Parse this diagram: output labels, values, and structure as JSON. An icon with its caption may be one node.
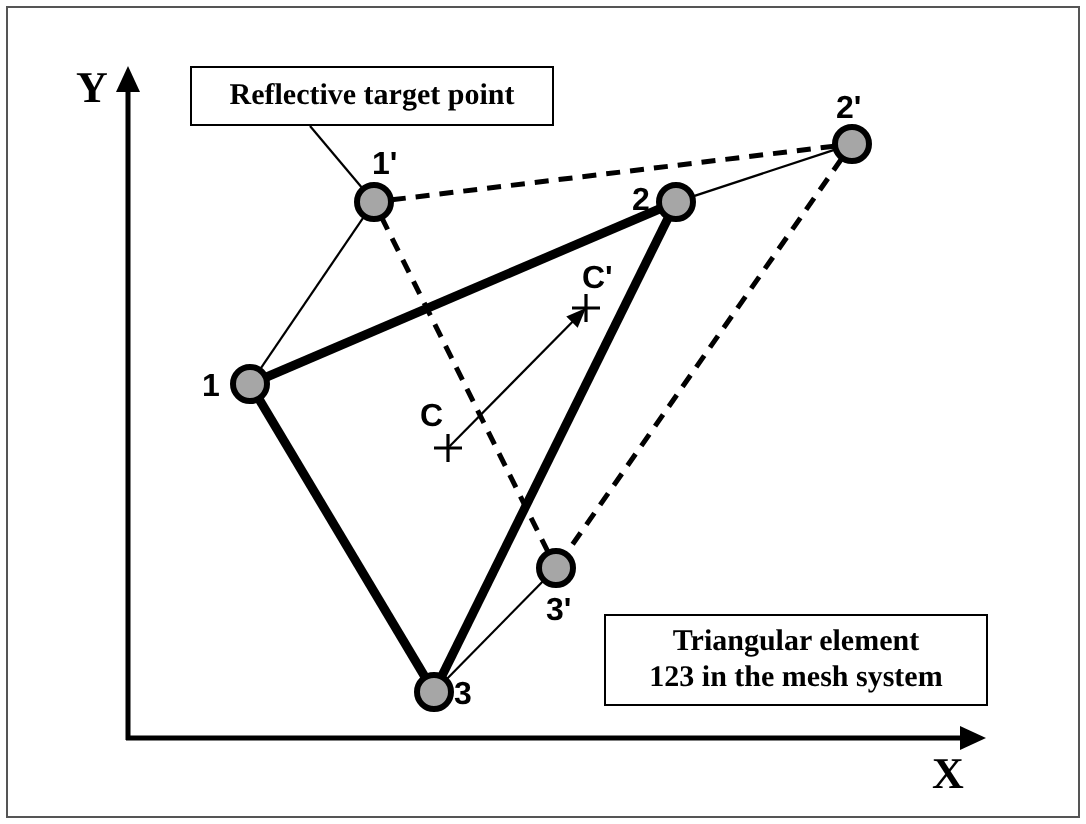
{
  "diagram": {
    "nodes": [
      {
        "text": [
          "Reflective target point"
        ]
      },
      {
        "text": [],
        "shape": "circle",
        "beside": [
          "1'"
        ]
      },
      {
        "text": [],
        "shape": "circle",
        "beside": [
          "2'"
        ]
      },
      {
        "text": [],
        "shape": "circle",
        "beside": [
          "1"
        ]
      },
      {
        "text": [],
        "shape": "circle",
        "beside": [
          "2"
        ]
      },
      {
        "text": [],
        "shape": "cross",
        "beside": [
          "C'"
        ]
      },
      {
        "text": [],
        "shape": "cross",
        "beside": [
          "C"
        ]
      },
      {
        "text": [],
        "shape": "circle",
        "beside": [
          "3'"
        ]
      },
      {
        "text": [],
        "shape": "circle",
        "beside": [
          "3"
        ]
      },
      {
        "text": [
          "Triangular element 123 in the mesh system"
        ]
      }
    ],
    "edges": [
      {
        "from": 0,
        "to": 1,
        "arrow": "none"
      },
      {
        "from": 3,
        "to": 4,
        "arrow": "none",
        "style": "thick"
      },
      {
        "from": 4,
        "to": 8,
        "arrow": "none",
        "style": "thick"
      },
      {
        "from": 8,
        "to": 3,
        "arrow": "none",
        "style": "thick"
      },
      {
        "from": 1,
        "to": 2,
        "arrow": "none",
        "style": "dashed"
      },
      {
        "from": 2,
        "to": 7,
        "arrow": "none",
        "style": "dashed"
      },
      {
        "from": 7,
        "to": 1,
        "arrow": "none",
        "style": "dashed"
      },
      {
        "from": 3,
        "to": 1,
        "arrow": "none"
      },
      {
        "from": 4,
        "to": 2,
        "arrow": "none"
      },
      {
        "from": 8,
        "to": 7,
        "arrow": "none"
      },
      {
        "from": 6,
        "to": 5,
        "arrow": "to"
      }
    ],
    "labels": [
      "Y",
      "X"
    ]
  }
}
